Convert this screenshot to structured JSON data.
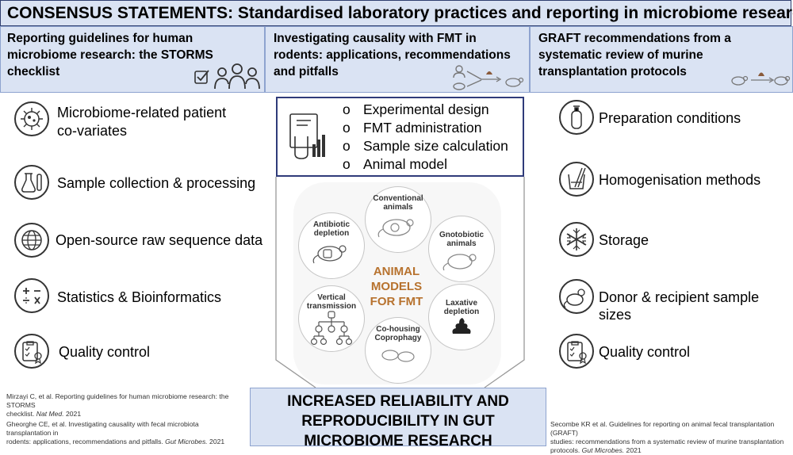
{
  "title": "CONSENSUS STATEMENTS: Standardised laboratory practices and reporting in microbiome research",
  "columns": {
    "left": {
      "header": "Reporting guidelines for human microbiome research: the STORMS checklist",
      "items": [
        {
          "icon": "microbe-icon",
          "label_line1": "Microbiome-related patient",
          "label_line2": "co-variates"
        },
        {
          "icon": "lab-flask-icon",
          "label": "Sample collection & processing"
        },
        {
          "icon": "globe-icon",
          "label": "Open-source raw sequence data"
        },
        {
          "icon": "math-operators-icon",
          "label": "Statistics & Bioinformatics"
        },
        {
          "icon": "certificate-clipboard-icon",
          "label": "Quality control"
        }
      ]
    },
    "center": {
      "header": "Investigating causality with FMT in rodents: applications, recommendations and pitfalls",
      "bullets": [
        "Experimental design",
        "FMT administration",
        "Sample size calculation",
        "Animal model"
      ],
      "bullet_marker": "o",
      "models_center": "ANIMAL MODELS FOR FMT",
      "models": [
        "Conventional animals",
        "Gnotobiotic animals",
        "Laxative depletion",
        "Co-housing Coprophagy",
        "Vertical transmission",
        "Antibiotic depletion"
      ],
      "bottom": "INCREASED RELIABILITY AND REPRODUCIBILITY IN GUT MICROBIOME RESEARCH"
    },
    "right": {
      "header": "GRAFT recommendations from a systematic review of murine transplantation protocols",
      "items": [
        {
          "icon": "gas-cylinder-icon",
          "label": "Preparation conditions"
        },
        {
          "icon": "homogeniser-beaker-icon",
          "label": "Homogenisation methods"
        },
        {
          "icon": "snowflake-icon",
          "label": "Storage"
        },
        {
          "icon": "mouse-icon",
          "label_line1": "Donor & recipient sample",
          "label_line2": "sizes"
        },
        {
          "icon": "certificate-clipboard-icon",
          "label": "Quality control"
        }
      ]
    }
  },
  "references": {
    "ref1_a": "Mirzayi C, et al. Reporting guidelines for human microbiome research: the STORMS",
    "ref1_b": "checklist.",
    "ref1_journal": "Nat Med.",
    "ref1_year": "2021",
    "ref2_a": "Gheorghe CE, et al. Investigating causality with fecal microbiota transplantation in",
    "ref2_b": "rodents: applications, recommendations and pitfalls.",
    "ref2_journal": "Gut Microbes.",
    "ref2_year": "2021",
    "ref3_a": "Secombe KR et al. Guidelines for reporting on animal fecal transplantation (GRAFT)",
    "ref3_b": "studies: recommendations from a systematic review of murine transplantation",
    "ref3_c": "protocols.",
    "ref3_journal": "Gut Microbes.",
    "ref3_year": "2021"
  }
}
